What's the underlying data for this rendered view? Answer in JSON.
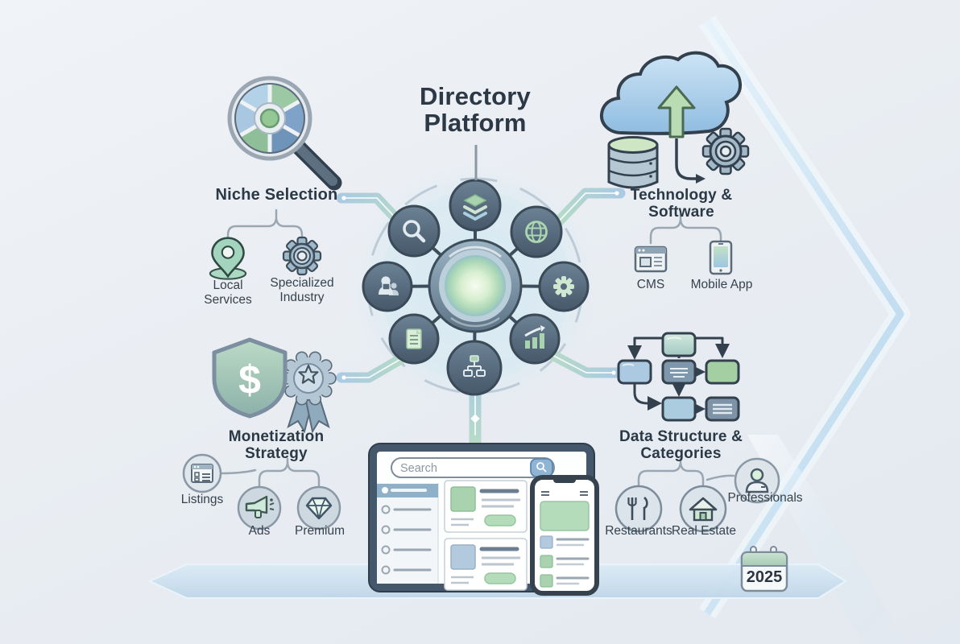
{
  "title": "Directory Platform",
  "center_hub": {
    "core_icon": "glowing-core-icon",
    "nodes": [
      {
        "icon": "layers-icon"
      },
      {
        "icon": "search-icon"
      },
      {
        "icon": "globe-icon"
      },
      {
        "icon": "user-security-icon"
      },
      {
        "icon": "gear-icon"
      },
      {
        "icon": "document-icon"
      },
      {
        "icon": "growth-chart-icon"
      },
      {
        "icon": "sitemap-icon"
      }
    ]
  },
  "sections": {
    "niche": {
      "label": "Niche Selection",
      "icon": "magnifier-segmented-wheel-icon",
      "items": [
        {
          "label": "Local Services",
          "icon": "map-pin-icon"
        },
        {
          "label": "Specialized Industry",
          "icon": "gear-icon"
        }
      ]
    },
    "technology": {
      "label": "Technology & Software",
      "icon": "cloud-upload-database-gear-icon",
      "items": [
        {
          "label": "CMS",
          "icon": "browser-window-icon"
        },
        {
          "label": "Mobile App",
          "icon": "smartphone-icon"
        }
      ]
    },
    "monetization": {
      "label": "Monetization Strategy",
      "icon": "shield-dollar-award-icon",
      "items": [
        {
          "label": "Listings",
          "icon": "listings-panel-icon"
        },
        {
          "label": "Ads",
          "icon": "megaphone-icon"
        },
        {
          "label": "Premium",
          "icon": "diamond-icon"
        }
      ]
    },
    "data_structure": {
      "label": "Data Structure & Categories",
      "icon": "flowchart-icon",
      "items": [
        {
          "label": "Restaurants",
          "icon": "utensils-icon"
        },
        {
          "label": "Real Estate",
          "icon": "house-icon"
        },
        {
          "label": "Professionals",
          "icon": "person-icon"
        }
      ]
    }
  },
  "mockups": {
    "tablet_search_placeholder": "Search"
  },
  "badges": {
    "year": "2025",
    "currency_symbol": "$"
  },
  "colors": {
    "background": "#e9eef3",
    "ink": "#33414e",
    "slate_node": "#56697b",
    "green_accent": "#a9d3ae",
    "blue_accent": "#8fb6d9",
    "band_green": "#b7dcc4",
    "band_blue": "#aacbe2",
    "glow_core": "#d2edcd",
    "chevron_edge": "#bcd9ee"
  }
}
